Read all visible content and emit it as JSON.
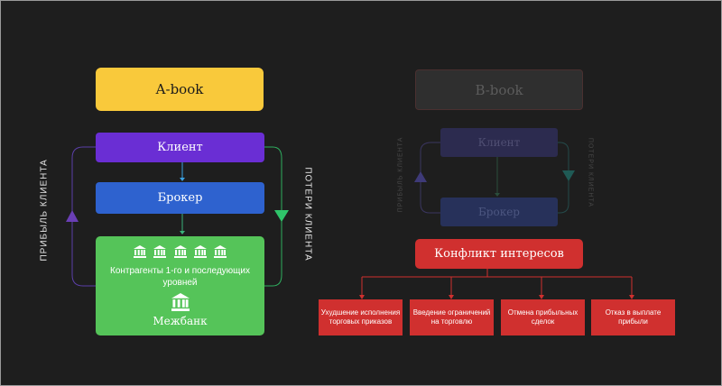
{
  "a_book": {
    "title": "A-book",
    "client": "Клиент",
    "broker": "Брокер",
    "counterparties": "Контрагенты 1-го и последующих уровней",
    "interbank": "Межбанк",
    "left_label": "ПРИБЫЛЬ КЛИЕНТА",
    "right_label": "ПОТЕРИ КЛИЕНТА"
  },
  "b_book": {
    "title": "B-book",
    "client": "Клиент",
    "broker": "Брокер",
    "left_label": "ПРИБЫЛЬ КЛИЕНТА",
    "right_label": "ПОТЕРИ КЛИЕНТА",
    "conflict": "Конфликт интересов",
    "issues": [
      "Ухудшение исполнения торговых приказов",
      "Введение ограничений на торговлю",
      "Отмена прибыльных сделок",
      "Отказ в выплате прибыли"
    ]
  },
  "colors": {
    "background": "#1e1e1e",
    "a_book": "#f9c93b",
    "client": "#6a2ed4",
    "broker": "#2e62cf",
    "counterparties": "#55c459",
    "conflict": "#d0302f",
    "profit_arrow": "#6a3fb5",
    "loss_arrow": "#2fc46a"
  },
  "icons": [
    "bank-icon",
    "triangle-up-icon",
    "triangle-down-icon"
  ]
}
